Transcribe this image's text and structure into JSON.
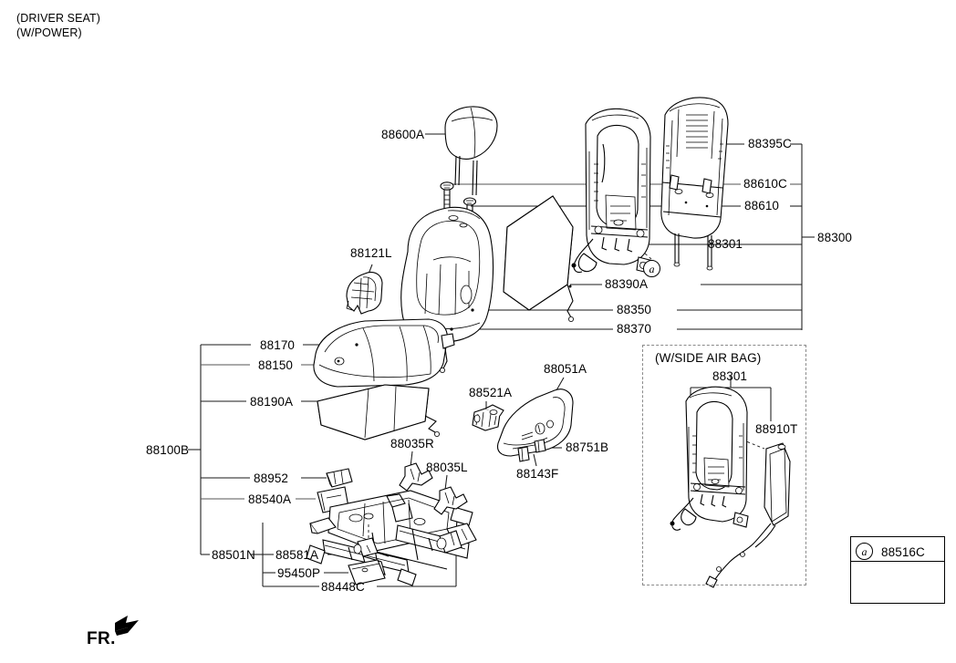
{
  "diagram": {
    "title_lines": [
      "(DRIVER SEAT)",
      "(W/POWER)"
    ],
    "orientation_marker": "FR.",
    "type": "automotive-parts-exploded-diagram"
  },
  "labels": {
    "headrest": "88600A",
    "side_shield": "88121L",
    "back_bolt_upper": "88610C",
    "back_bolt_lower": "88610",
    "back_board": "88395C",
    "back_frame": "88301",
    "back_assembly": "88300",
    "back_heater": "88390A",
    "back_pad": "88350",
    "back_cover": "88370",
    "cushion_cover": "88170",
    "cushion_pad": "88150",
    "cushion_heater": "88190A",
    "cushion_assembly": "88100B",
    "occupant_sensor": "88952",
    "cushion_shield": "88540A",
    "track_assembly": "88501N",
    "track_motor_front": "88581A",
    "control_module": "95450P",
    "track_motor_rear": "88448C",
    "knob_right": "88035R",
    "knob_left": "88035L",
    "power_switch": "88521A",
    "armrest": "88051A",
    "armrest_cap": "88751B",
    "armrest_bolt": "88143F"
  },
  "inset_airbag": {
    "title": "(W/SIDE AIR BAG)",
    "frame_label": "88301",
    "airbag_label": "88910T"
  },
  "legend": {
    "marker": "a",
    "part_number": "88516C"
  },
  "callouts": {
    "main_a": "a"
  },
  "style": {
    "line_color": "#000000",
    "leader_color": "#1a1a1a",
    "dashed_color": "#8a8a8a",
    "background": "#ffffff"
  }
}
